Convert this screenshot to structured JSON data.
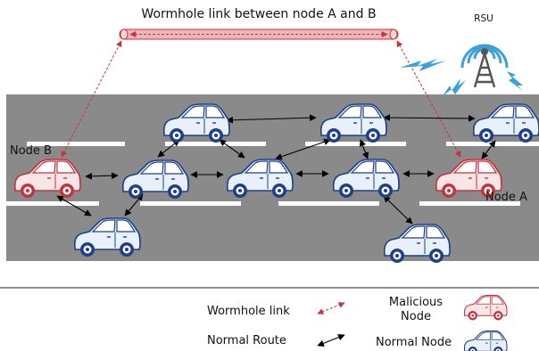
{
  "title": "Wormhole link between node A and B",
  "rsu_label": "RSU",
  "node_b_label": "Node B",
  "node_a_label": "Node A",
  "legend": {
    "wormhole_link": "Wormhole link",
    "normal_route": "Normal Route",
    "malicious_node_line1": "Malicious",
    "malicious_node_line2": "Node",
    "normal_node": "Normal Node"
  },
  "colors": {
    "road": "#8a8a8a",
    "lane_marking": "#ffffff",
    "malicious": "#c8323c",
    "malicious_fill": "#f7e6e8",
    "normal": "#1f3f8a",
    "normal_fill": "#e8f1fb",
    "rsu_blue": "#3aa0dc",
    "wormhole_tube": "#e9b9b9"
  },
  "icons": {
    "rsu": "antenna-tower-icon",
    "signal": "lightning-signal-icon",
    "car": "car-icon"
  }
}
